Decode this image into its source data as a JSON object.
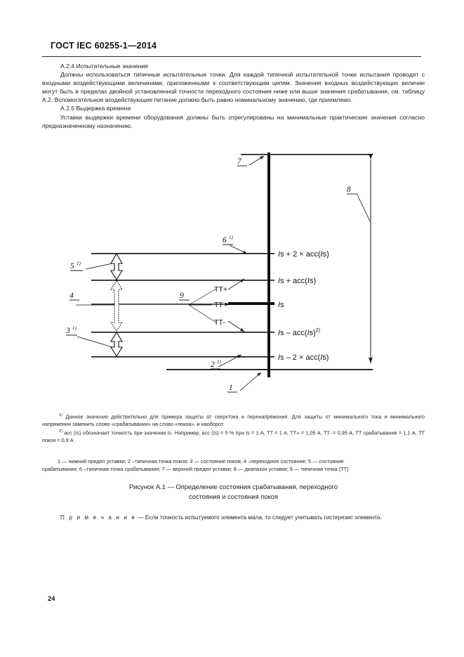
{
  "header": {
    "standard_title": "ГОСТ IEC 60255-1—2014"
  },
  "body": {
    "heading_a24": "A.2.4 Испытательные значения",
    "para_a24": "Должны использоваться типичные испытательные точки. Для каждой типичной испытательной точки испытания проводят с входными воздействующими величинами, приложенными к соответствующим цепям. Значения входных воздействующих величин могут быть в пределах двойной установленной точности переходного состояния ниже или выше значения срабатывания, см. таблицу А.2. Вспомогательное воздействующее питание должно быть равно номинальному значению, где приемлемо.",
    "heading_a25": "A.2.5 Выдержка времени",
    "para_a25": "Уставки выдержки времени оборудования должны быть отрегулированы на минимальные практические значения согласно предназначенному назначению."
  },
  "figure": {
    "level_labels": [
      "Is + 2 × acc(Is)",
      "Is + acc(Is)",
      "Is",
      "Is – acc(Is)",
      "Is – 2 × acc(Is)"
    ],
    "level_label_1": "Is + 2 × acc(Is)",
    "level_label_2": "Is + acc(Is)",
    "level_label_3": "Is",
    "level_label_4": "Is – acc(Is)",
    "level_label_4_sup": "2)",
    "level_label_5": "Is – 2 × acc(Is)",
    "callouts": {
      "c1": "1",
      "c2": "2",
      "c2_sup": "1)",
      "c3": "3",
      "c3_sup": "1)",
      "c4": "4",
      "c5": "5",
      "c5_sup": "1)",
      "c6": "6",
      "c6_sup": "1)",
      "c7": "7",
      "c8": "8",
      "c9": "9"
    },
    "tt_labels": {
      "tt_plus": "TT+",
      "tt": "TT",
      "tt_minus": "TT-"
    }
  },
  "footnotes": {
    "fn1_marker": "1)",
    "fn1_text": "Данное значение действительно для примера защиты от сверхтока и перенапряжения. Для защиты от минимального тока и минимального напряжения заменить слово «срабатывания» на слово «покоя», и наоборот.",
    "fn2_marker": "2)",
    "fn2_text_a": "acc (",
    "fn2_is": "Is",
    "fn2_text_b": ") обозначает точность при значении ",
    "fn2_text_c": ". Например, acc (",
    "fn2_text_d": ") = 5 % при ",
    "fn2_text_e": " = 1 А, TT = 1 А, TT+ = 1,05 А, TT- = 0,95 А, TT срабатывания = 1,1 А, TT покоя = 0,9 А"
  },
  "figure_key": {
    "line1": "1 — нижний предел уставки; 2 –типичная точка покоя; 3 — состояние покоя; 4 –переходное состояние; 5 — состояние",
    "line2": "срабатывания; 6 –типичная точка срабатывания; 7 — верхний предел уставки; 8 — диапазон уставки; 9 — типичная точка (TT)"
  },
  "caption": {
    "line1": "Рисунок А.1 — Определение состояния срабатывания, переходного",
    "line2": "состояния и состояния покоя"
  },
  "note": {
    "label": "П р и м е ч а н и е",
    "dash": "—",
    "text": "Если точность испытуемого элемента мала, то следует учитывать гистерезис элемента."
  },
  "page": {
    "number": "24"
  }
}
